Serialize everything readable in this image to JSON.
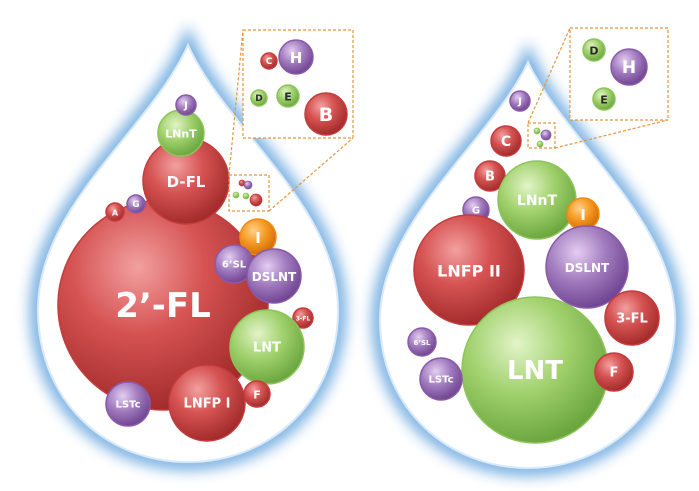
{
  "colors": {
    "red": "#c43c3c",
    "green": "#8dc45a",
    "purple": "#8a5aa8",
    "orange": "#f08a12",
    "drop_glow": "#6aa7df",
    "zoom_box": "#e4953a"
  },
  "drops": [
    {
      "bubbles": [
        {
          "label": "2’-FL",
          "color": "red"
        },
        {
          "label": "D-FL",
          "color": "red"
        },
        {
          "label": "LNnT",
          "color": "green"
        },
        {
          "label": "J",
          "color": "purple"
        },
        {
          "label": "A",
          "color": "red"
        },
        {
          "label": "G",
          "color": "purple"
        },
        {
          "label": "I",
          "color": "orange"
        },
        {
          "label": "6’SL",
          "color": "purple"
        },
        {
          "label": "DSLNT",
          "color": "purple"
        },
        {
          "label": "3-FL",
          "color": "red"
        },
        {
          "label": "LNT",
          "color": "green"
        },
        {
          "label": "LSTc",
          "color": "purple"
        },
        {
          "label": "LNFP I",
          "color": "red"
        },
        {
          "label": "F",
          "color": "red"
        }
      ],
      "zoom": [
        {
          "label": "C",
          "color": "red"
        },
        {
          "label": "H",
          "color": "purple"
        },
        {
          "label": "D",
          "color": "green"
        },
        {
          "label": "E",
          "color": "green"
        },
        {
          "label": "B",
          "color": "red"
        }
      ]
    },
    {
      "bubbles": [
        {
          "label": "J",
          "color": "purple"
        },
        {
          "label": "C",
          "color": "red"
        },
        {
          "label": "B",
          "color": "red"
        },
        {
          "label": "LNnT",
          "color": "green"
        },
        {
          "label": "G",
          "color": "purple"
        },
        {
          "label": "I",
          "color": "orange"
        },
        {
          "label": "LNFP II",
          "color": "red"
        },
        {
          "label": "DSLNT",
          "color": "purple"
        },
        {
          "label": "3-FL",
          "color": "red"
        },
        {
          "label": "LNT",
          "color": "green"
        },
        {
          "label": "6’SL",
          "color": "purple"
        },
        {
          "label": "LSTc",
          "color": "purple"
        },
        {
          "label": "F",
          "color": "red"
        }
      ],
      "zoom": [
        {
          "label": "D",
          "color": "green"
        },
        {
          "label": "H",
          "color": "purple"
        },
        {
          "label": "E",
          "color": "green"
        }
      ]
    }
  ]
}
